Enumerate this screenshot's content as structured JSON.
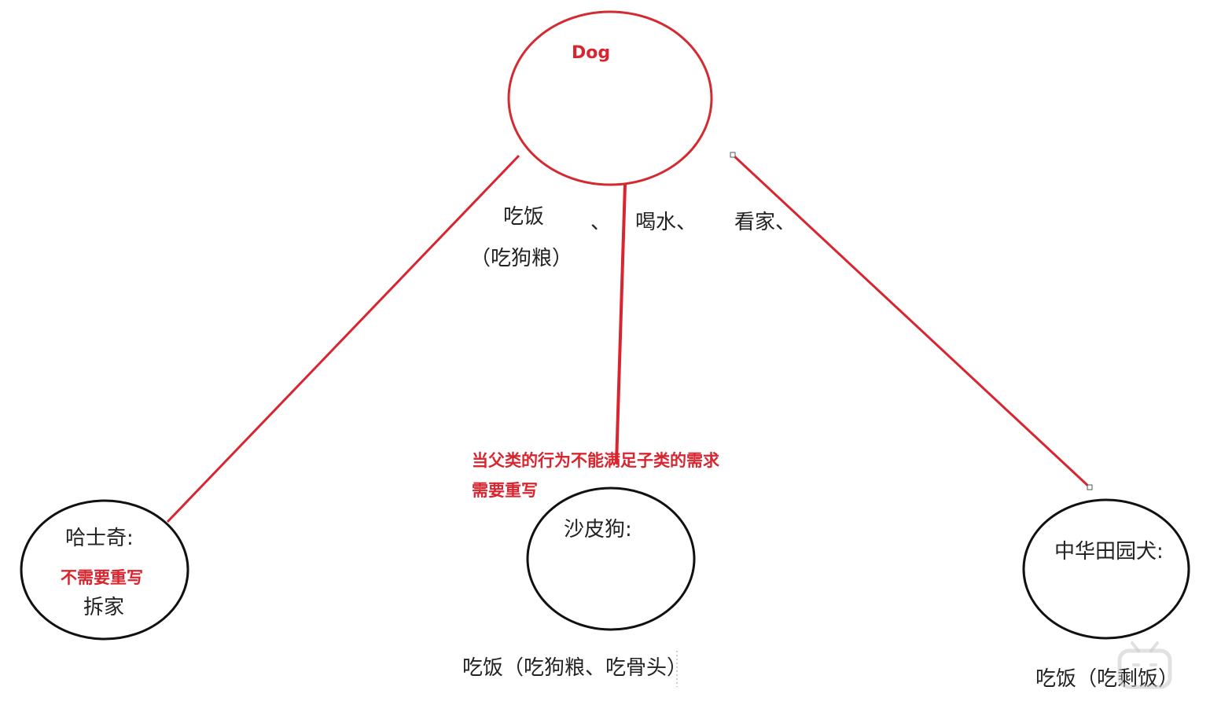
{
  "colors": {
    "line": "#d8252f",
    "parent_outline": "#d32b31",
    "child_outline": "#111111",
    "text": "#222222",
    "accent_text": "#d8252f"
  },
  "parent": {
    "label": "Dog",
    "behaviors": {
      "eat": "吃饭",
      "sep1": "、",
      "eat_detail": "（吃狗粮）",
      "drink": "喝水、",
      "guard": "看家、"
    }
  },
  "override_note": {
    "line1": "当父类的行为不能满足子类的需求",
    "line2": "需要重写"
  },
  "children": {
    "husky": {
      "label": "哈士奇:",
      "note": "不需要重写",
      "behavior": "拆家"
    },
    "shar_pei": {
      "label": "沙皮狗:",
      "behavior": "吃饭（吃狗粮、吃骨头）"
    },
    "chinese_rural_dog": {
      "label": "中华田园犬:",
      "behavior": "吃饭（吃剩饭）"
    }
  },
  "icons": {
    "watermark": "bilibili-logo-icon"
  }
}
